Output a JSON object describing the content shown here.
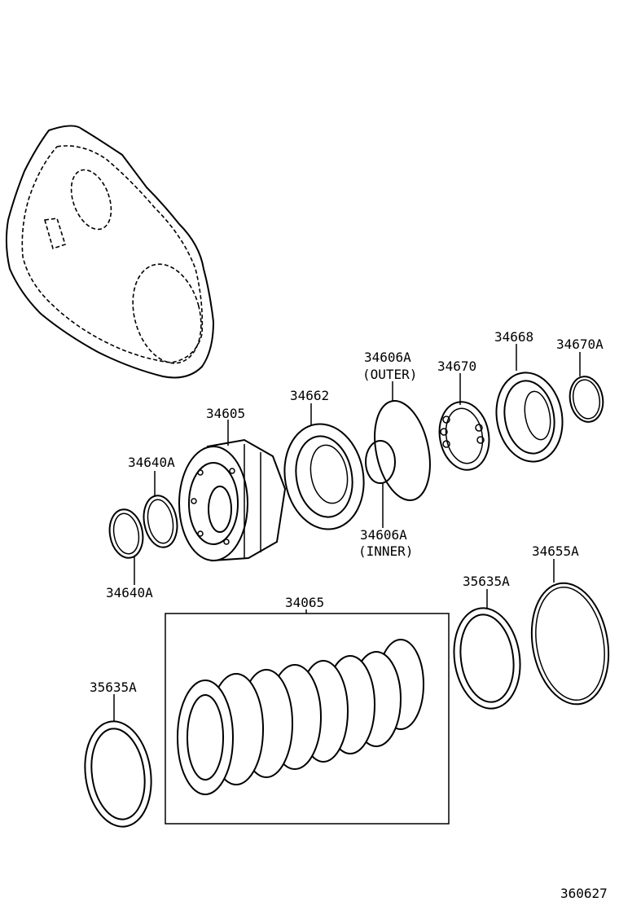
{
  "diagram": {
    "drawing_number": "360627",
    "parts": [
      {
        "id": "p34605",
        "label": "34605"
      },
      {
        "id": "p34662",
        "label": "34662"
      },
      {
        "id": "p34606A_outer",
        "label": "34606A",
        "note": "(OUTER)"
      },
      {
        "id": "p34606A_inner",
        "label": "34606A",
        "note": "(INNER)"
      },
      {
        "id": "p34670",
        "label": "34670"
      },
      {
        "id": "p34668",
        "label": "34668"
      },
      {
        "id": "p34670A",
        "label": "34670A"
      },
      {
        "id": "p34640A_upper",
        "label": "34640A"
      },
      {
        "id": "p34640A_lower",
        "label": "34640A"
      },
      {
        "id": "p34655A",
        "label": "34655A"
      },
      {
        "id": "p35635A_right",
        "label": "35635A"
      },
      {
        "id": "p35635A_left",
        "label": "35635A"
      },
      {
        "id": "p34065",
        "label": "34065"
      }
    ]
  }
}
